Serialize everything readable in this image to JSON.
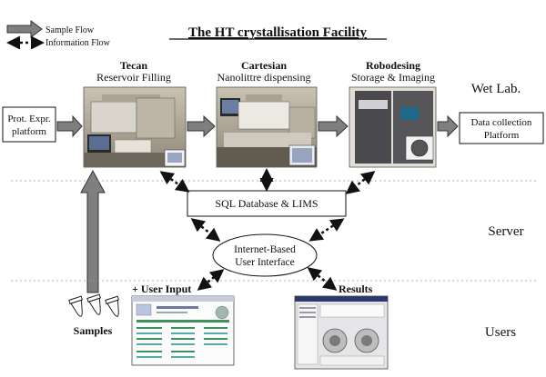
{
  "legend": {
    "sample_flow": "Sample Flow",
    "information_flow": "Information Flow"
  },
  "title": "The HT crystallisation Facility",
  "stations": {
    "tecan": {
      "name": "Tecan",
      "subtitle": "Reservoir Filling"
    },
    "cartesian": {
      "name": "Cartesian",
      "subtitle": "Nanolittre dispensing"
    },
    "robodesing": {
      "name": "Robodesing",
      "subtitle": "Storage & Imaging"
    }
  },
  "boxes": {
    "prot_expr_line1": "Prot. Expr.",
    "prot_expr_line2": "platform",
    "data_collection_line1": "Data collection",
    "data_collection_line2": "Platform",
    "sql": "SQL Database & LIMS",
    "interface_line1": "Internet-Based",
    "interface_line2": "User Interface"
  },
  "zones": {
    "wet_lab": "Wet Lab.",
    "server": "Server",
    "users": "Users"
  },
  "labels": {
    "user_input": "+ User Input",
    "results": "Results",
    "samples": "Samples"
  },
  "colors": {
    "arrow_fill": "#7f7f7f",
    "arrow_stroke": "#333333",
    "divider": "#999999"
  }
}
